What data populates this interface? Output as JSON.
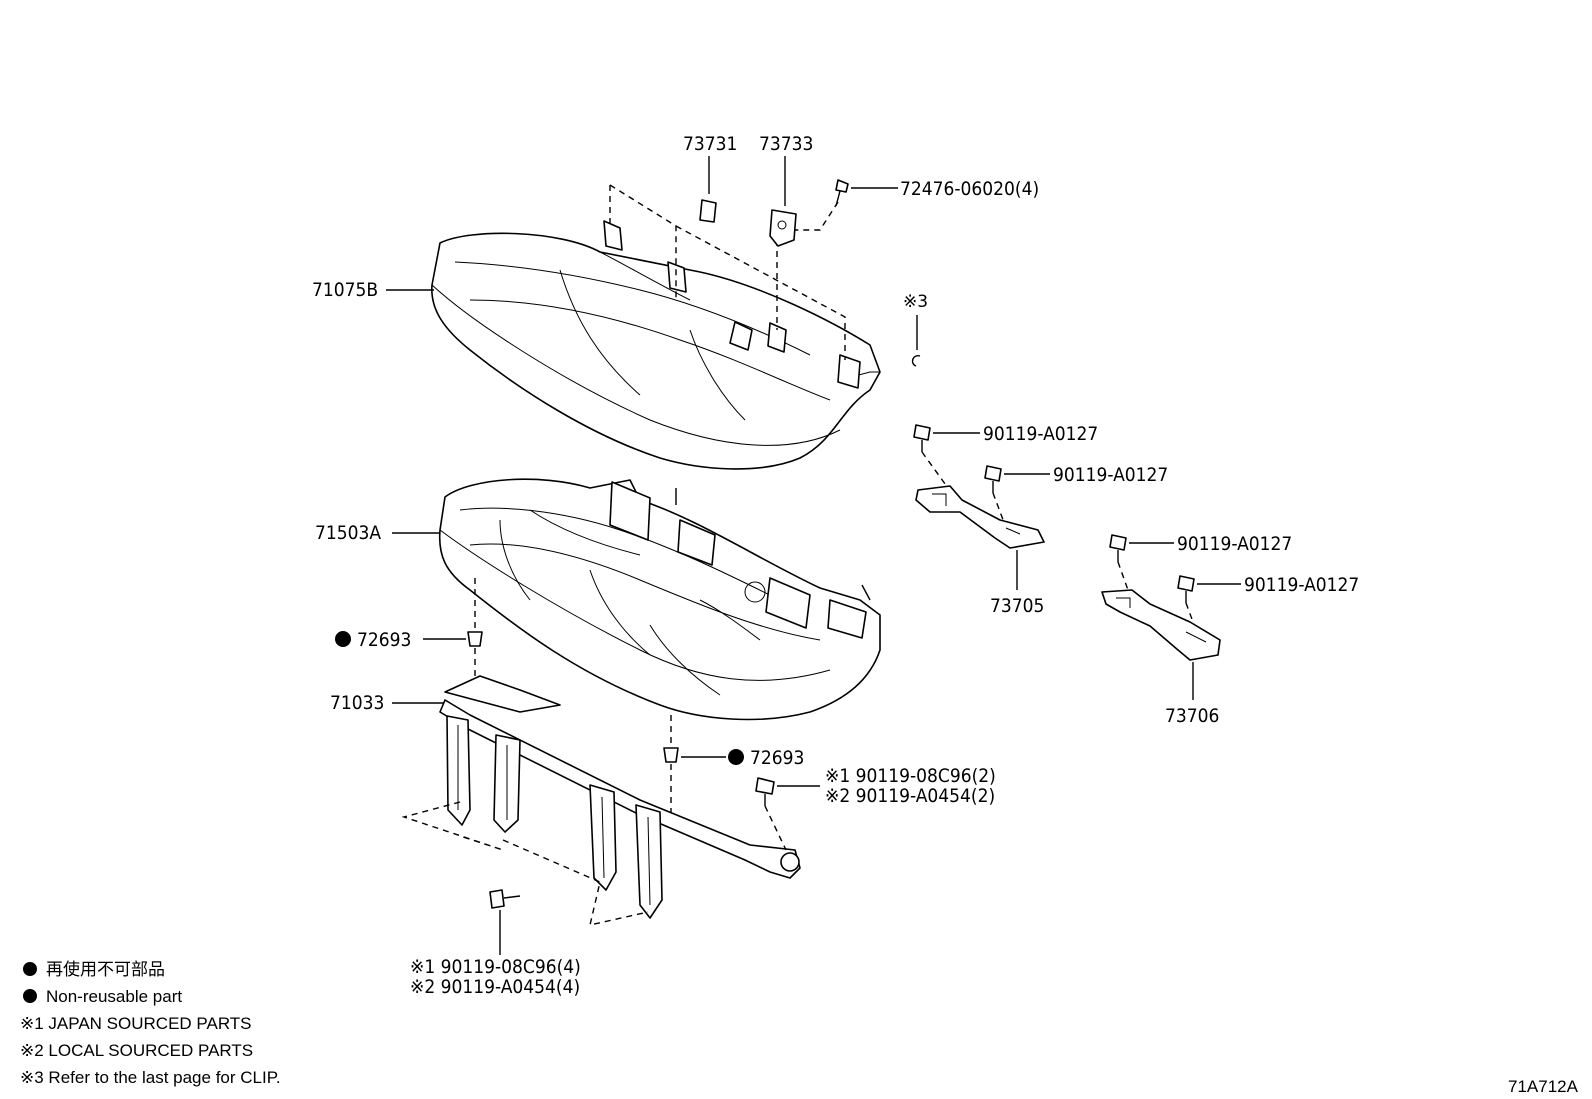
{
  "callouts": {
    "p73731": "73731",
    "p73733": "73733",
    "p72476": "72476-06020(4)",
    "p71075b": "71075B",
    "clip_note": "※3",
    "p90119_a": "90119-A0127",
    "p90119_b": "90119-A0127",
    "p90119_c": "90119-A0127",
    "p90119_d": "90119-A0127",
    "p71503a": "71503A",
    "p73705": "73705",
    "p73706": "73706",
    "p72693_left": "72693",
    "p72693_right": "72693",
    "p71033": "71033",
    "bolt_upper_1": "※1 90119-08C96(2)",
    "bolt_upper_2": "※2 90119-A0454(2)",
    "bolt_lower_1": "※1 90119-08C96(4)",
    "bolt_lower_2": "※2 90119-A0454(4)"
  },
  "legend": {
    "non_reusable_jp": "再使用不可部品",
    "non_reusable_en": "Non-reusable part",
    "note1": "※1  JAPAN SOURCED PARTS",
    "note2": "※2  LOCAL SOURCED PARTS",
    "note3": "※3  Refer to the last page for CLIP."
  },
  "diagram_id": "71A712A"
}
